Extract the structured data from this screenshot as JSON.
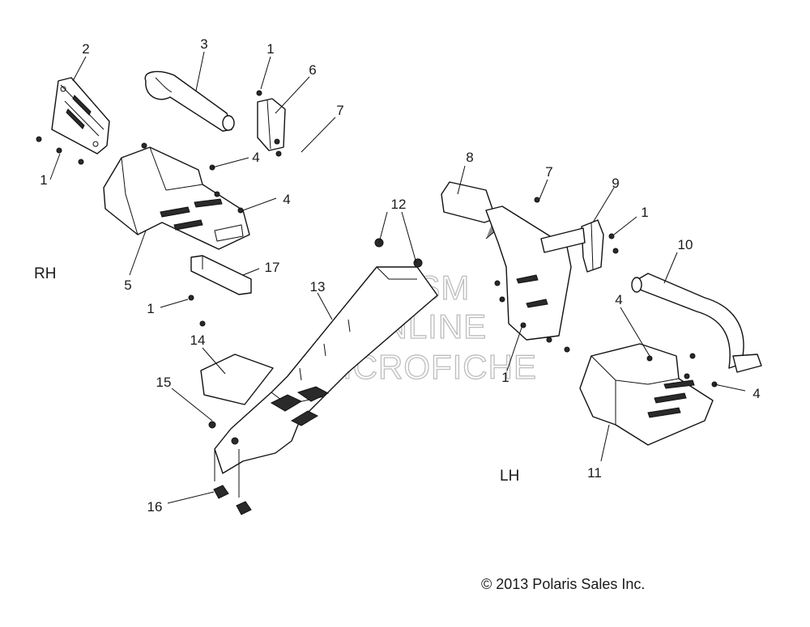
{
  "labels": {
    "side_rh": "RH",
    "side_lh": "LH",
    "copyright": "© 2013 Polaris Sales Inc."
  },
  "watermark": {
    "line1": "HLSM",
    "line2": "ONLINE",
    "line3": "MICROFICHE"
  },
  "callouts": [
    {
      "id": "c2",
      "text": "2"
    },
    {
      "id": "c3",
      "text": "3"
    },
    {
      "id": "c1a",
      "text": "1"
    },
    {
      "id": "c6",
      "text": "6"
    },
    {
      "id": "c7a",
      "text": "7"
    },
    {
      "id": "c4a",
      "text": "4"
    },
    {
      "id": "c1b",
      "text": "1"
    },
    {
      "id": "c4b",
      "text": "4"
    },
    {
      "id": "c5",
      "text": "5"
    },
    {
      "id": "c17",
      "text": "17"
    },
    {
      "id": "c1c",
      "text": "1"
    },
    {
      "id": "c8",
      "text": "8"
    },
    {
      "id": "c7b",
      "text": "7"
    },
    {
      "id": "c9",
      "text": "9"
    },
    {
      "id": "c1d",
      "text": "1"
    },
    {
      "id": "c12",
      "text": "12"
    },
    {
      "id": "c10",
      "text": "10"
    },
    {
      "id": "c13",
      "text": "13"
    },
    {
      "id": "c4c",
      "text": "4"
    },
    {
      "id": "c14",
      "text": "14"
    },
    {
      "id": "c1e",
      "text": "1"
    },
    {
      "id": "c4d",
      "text": "4"
    },
    {
      "id": "c15",
      "text": "15"
    },
    {
      "id": "c11",
      "text": "11"
    },
    {
      "id": "c16",
      "text": "16"
    }
  ]
}
